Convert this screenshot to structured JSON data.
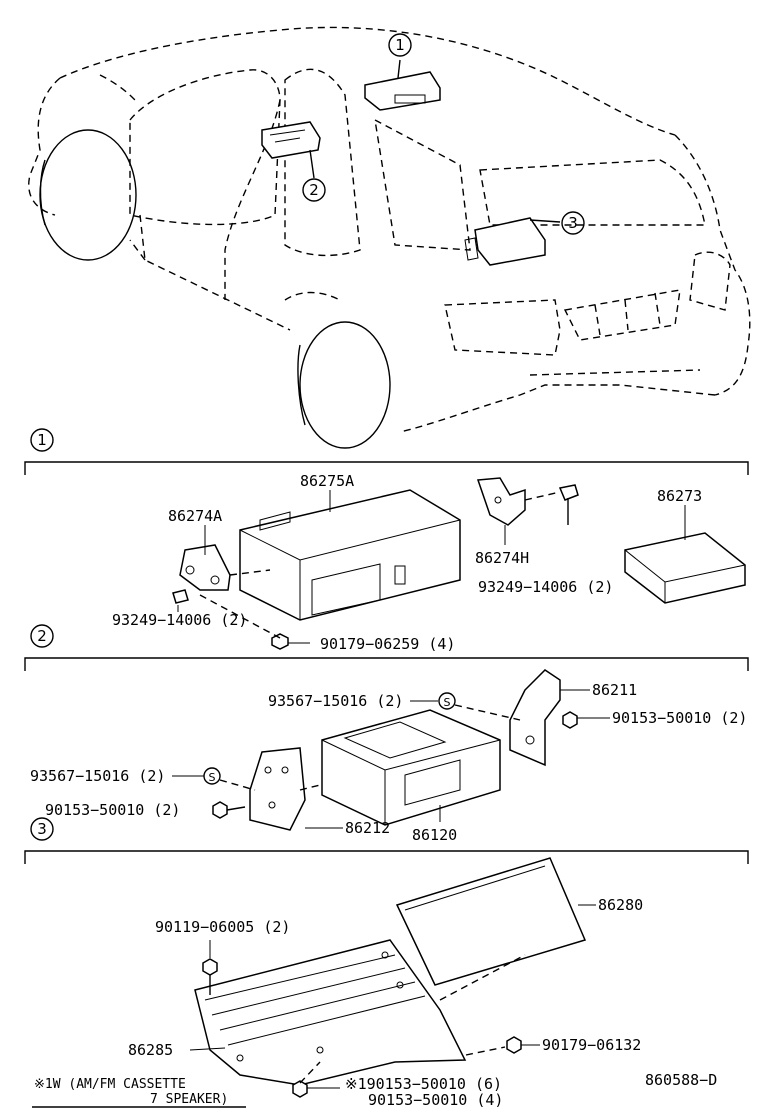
{
  "sections": [
    {
      "id": "1",
      "marker": "1"
    },
    {
      "id": "2",
      "marker": "2"
    },
    {
      "id": "3",
      "marker": "3"
    }
  ],
  "overview_callouts": [
    "1",
    "2",
    "3"
  ],
  "section1": {
    "p86275A": "86275A",
    "p86274A": "86274A",
    "p86274H": "86274H",
    "p86273": "86273",
    "bolt_left": "93249−14006 (2)",
    "bolt_right": "93249−14006 (2)",
    "nut": "90179−06259 (4)"
  },
  "section2": {
    "p86211": "86211",
    "p86212": "86212",
    "p86120": "86120",
    "spacer_top": "93567−15016 (2)",
    "spacer_left": "93567−15016 (2)",
    "screw_right": "90153−50010 (2)",
    "screw_left": "90153−50010 (2)"
  },
  "section3": {
    "p86280": "86280",
    "p86285": "86285",
    "bolt": "90119−06005 (2)",
    "nut": "90179−06132",
    "screw_a": "※190153−50010 (6)",
    "screw_b": "90153−50010 (4)"
  },
  "footnote": {
    "line1": "※1W (AM/FM  CASSETTE",
    "line2": "7  SPEAKER)"
  },
  "diagram_id": "860588−D",
  "spacer_mark": "S"
}
